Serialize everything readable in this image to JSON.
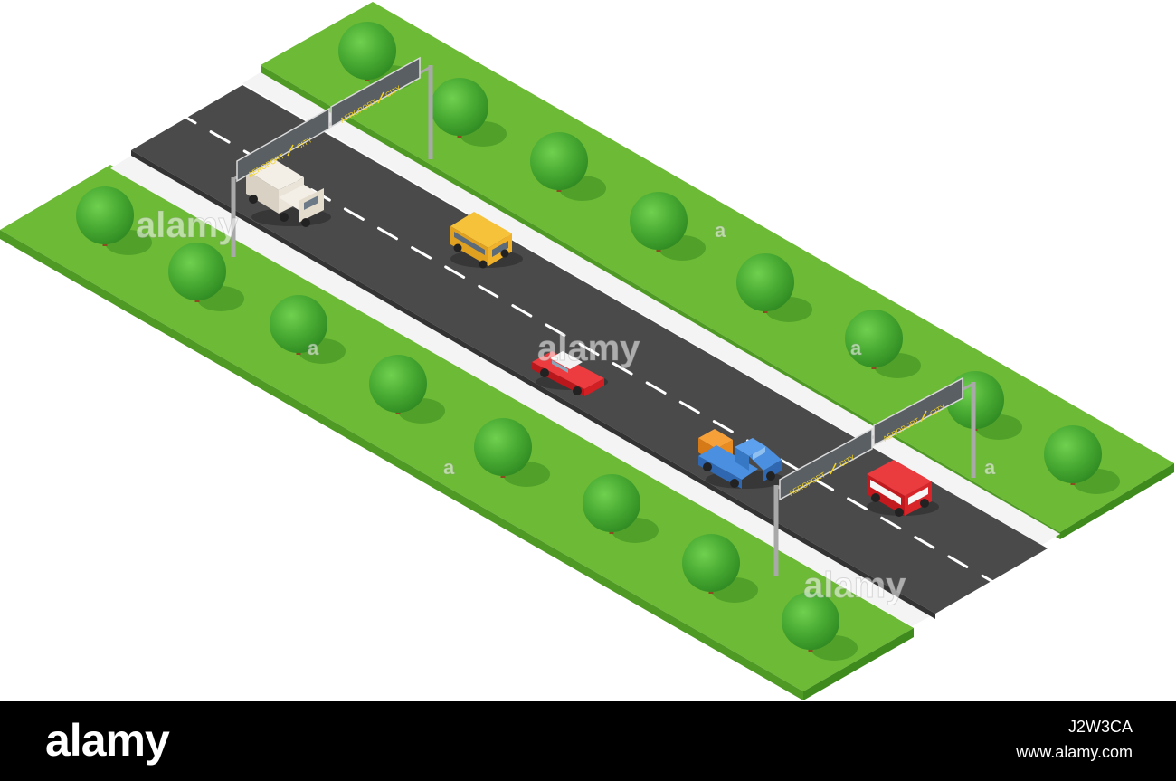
{
  "signs": {
    "left": "AEROPORT",
    "right": "CITY"
  },
  "watermark": {
    "text": "alamy",
    "small_mark": "a"
  },
  "footer": {
    "brand": "alamy",
    "image_id": "J2W3CA",
    "site": "www.alamy.com"
  },
  "colors": {
    "grass_top": "#6cba35",
    "grass_side": "#4f9a24",
    "road": "#4a4a4a",
    "sidewalk": "#f4f4f4",
    "tree": "#4fae36",
    "sign_board": "#5a5f63",
    "sign_text": "#f2d21f"
  },
  "vehicles": [
    {
      "kind": "truck",
      "color": "#e6ded0"
    },
    {
      "kind": "van",
      "color": "#f0b22b"
    },
    {
      "kind": "car",
      "color": "#e2232a"
    },
    {
      "kind": "pickup",
      "color": "#3e7fd1"
    },
    {
      "kind": "bus",
      "color": "#d8252a"
    }
  ]
}
